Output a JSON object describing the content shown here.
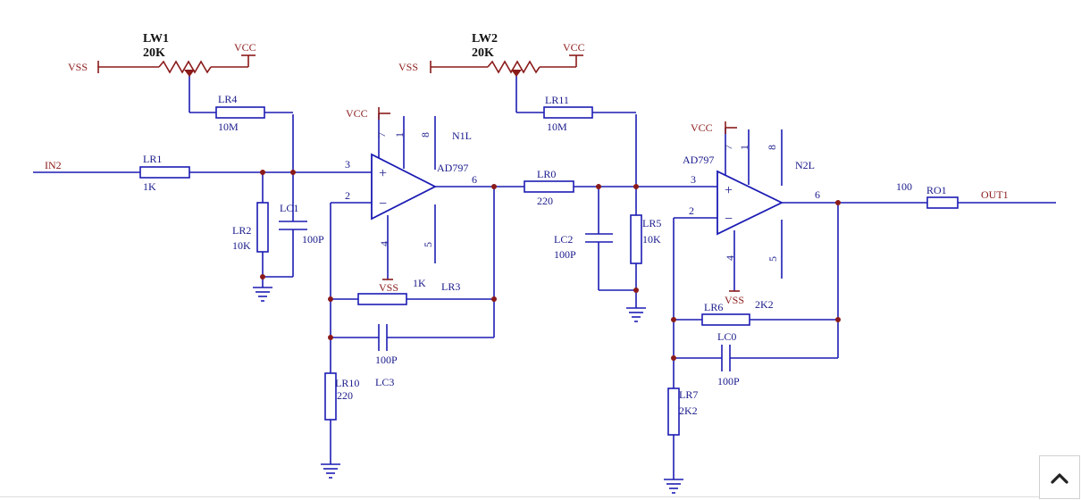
{
  "nets": {
    "in2": "IN2",
    "out1": "OUT1",
    "vcc": "VCC",
    "vss": "VSS",
    "val_100_out": "100"
  },
  "potentiometers": {
    "lw1": {
      "ref": "LW1",
      "value": "20K"
    },
    "lw2": {
      "ref": "LW2",
      "value": "20K"
    }
  },
  "resistors": {
    "lr1": {
      "ref": "LR1",
      "value": "1K"
    },
    "lr2": {
      "ref": "LR2",
      "value": "10K"
    },
    "lr3": {
      "ref": "LR3",
      "value": "1K"
    },
    "lr4": {
      "ref": "LR4",
      "value": "10M"
    },
    "lr5": {
      "ref": "LR5",
      "value": "10K"
    },
    "lr6": {
      "ref": "LR6",
      "value": "2K2"
    },
    "lr7": {
      "ref": "LR7",
      "value": "2K2"
    },
    "lr10": {
      "ref": "LR10",
      "value": "220"
    },
    "lr11": {
      "ref": "LR11",
      "value": "10M"
    },
    "lr0": {
      "ref": "LR0",
      "value": "220"
    },
    "ro1": {
      "ref": "RO1"
    }
  },
  "capacitors": {
    "lc0": {
      "ref": "LC0",
      "value": "100P"
    },
    "lc1": {
      "ref": "LC1",
      "value": "100P"
    },
    "lc2": {
      "ref": "LC2",
      "value": "100P"
    },
    "lc3": {
      "ref": "LC3",
      "value": "100P"
    }
  },
  "opamps": {
    "n1l": {
      "ref": "N1L",
      "part": "AD797",
      "plus": "+",
      "minus": "−",
      "pins": {
        "p3": "3",
        "p2": "2",
        "p6": "6",
        "p7": "7",
        "p1": "1",
        "p8": "8",
        "p4": "4",
        "p5": "5"
      }
    },
    "n2l": {
      "ref": "N2L",
      "part": "AD797",
      "plus": "+",
      "minus": "−",
      "pins": {
        "p3": "3",
        "p2": "2",
        "p6": "6",
        "p7": "7",
        "p1": "1",
        "p8": "8",
        "p4": "4",
        "p5": "5"
      }
    }
  },
  "ui": {
    "scroll_top_icon": "chevron-up-icon"
  }
}
